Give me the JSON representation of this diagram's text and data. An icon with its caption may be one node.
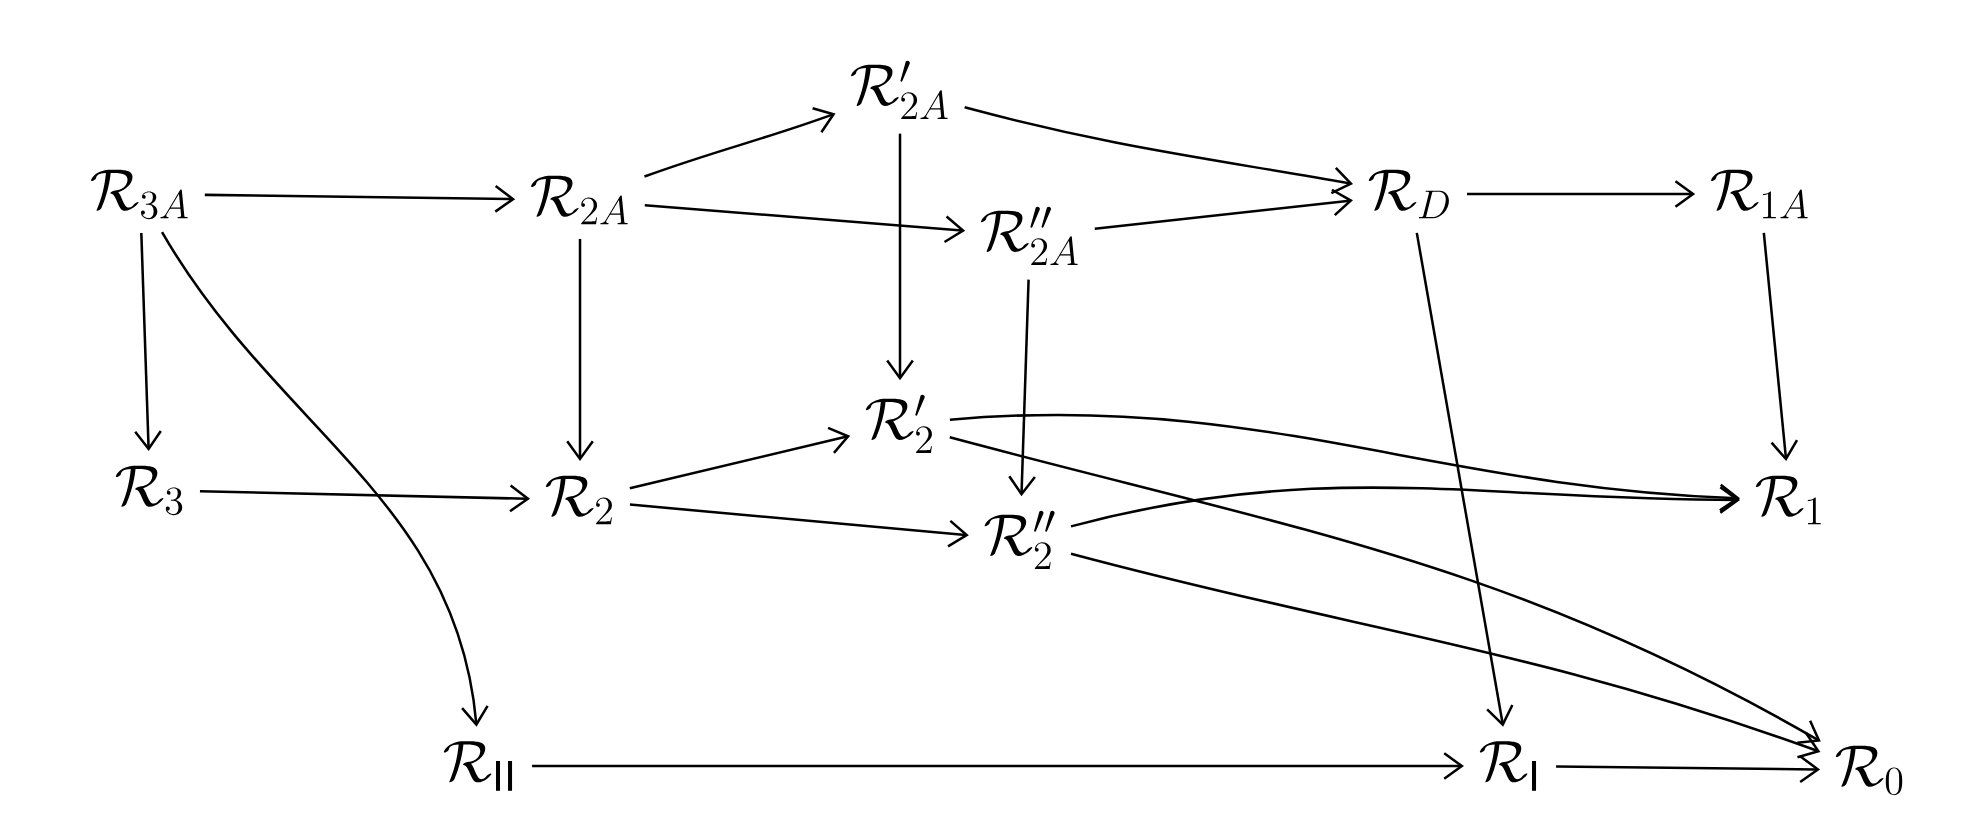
{
  "diagram": {
    "nodes": [
      {
        "text": [
          "\\mathcal{R}_{3A}"
        ]
      },
      {
        "text": [
          "\\mathcal{R}_{2A}"
        ]
      },
      {
        "text": [
          "\\mathcal{R}'_{2A}"
        ]
      },
      {
        "text": [
          "\\mathcal{R}''_{2A}"
        ]
      },
      {
        "text": [
          "\\mathcal{R}_{D}"
        ]
      },
      {
        "text": [
          "\\mathcal{R}_{1A}"
        ]
      },
      {
        "text": [
          "\\mathcal{R}_{3}"
        ]
      },
      {
        "text": [
          "\\mathcal{R}_{2}"
        ]
      },
      {
        "text": [
          "\\mathcal{R}'_{2}"
        ]
      },
      {
        "text": [
          "\\mathcal{R}''_{2}"
        ]
      },
      {
        "text": [
          "\\mathcal{R}_{1}"
        ]
      },
      {
        "text": [
          "\\mathcal{R}_{\\mathrm{II}}"
        ]
      },
      {
        "text": [
          "\\mathcal{R}_{\\mathrm{I}}"
        ]
      },
      {
        "text": [
          "\\mathcal{R}_{0}"
        ]
      }
    ],
    "edges": [
      {
        "from": 0,
        "to": 1,
        "arrow": "to"
      },
      {
        "from": 1,
        "to": 2,
        "arrow": "to"
      },
      {
        "from": 1,
        "to": 3,
        "arrow": "to"
      },
      {
        "from": 2,
        "to": 4,
        "arrow": "to"
      },
      {
        "from": 3,
        "to": 4,
        "arrow": "to"
      },
      {
        "from": 4,
        "to": 5,
        "arrow": "to"
      },
      {
        "from": 0,
        "to": 6,
        "arrow": "to"
      },
      {
        "from": 0,
        "to": 11,
        "arrow": "to"
      },
      {
        "from": 1,
        "to": 7,
        "arrow": "to"
      },
      {
        "from": 2,
        "to": 8,
        "arrow": "to"
      },
      {
        "from": 3,
        "to": 9,
        "arrow": "to"
      },
      {
        "from": 5,
        "to": 10,
        "arrow": "to"
      },
      {
        "from": 6,
        "to": 7,
        "arrow": "to"
      },
      {
        "from": 7,
        "to": 8,
        "arrow": "to"
      },
      {
        "from": 7,
        "to": 9,
        "arrow": "to"
      },
      {
        "from": 8,
        "to": 10,
        "arrow": "to"
      },
      {
        "from": 8,
        "to": 13,
        "arrow": "to"
      },
      {
        "from": 9,
        "to": 10,
        "arrow": "to"
      },
      {
        "from": 9,
        "to": 13,
        "arrow": "to"
      },
      {
        "from": 4,
        "to": 12,
        "arrow": "to"
      },
      {
        "from": 11,
        "to": 12,
        "arrow": "to"
      },
      {
        "from": 12,
        "to": 13,
        "arrow": "to"
      }
    ]
  }
}
